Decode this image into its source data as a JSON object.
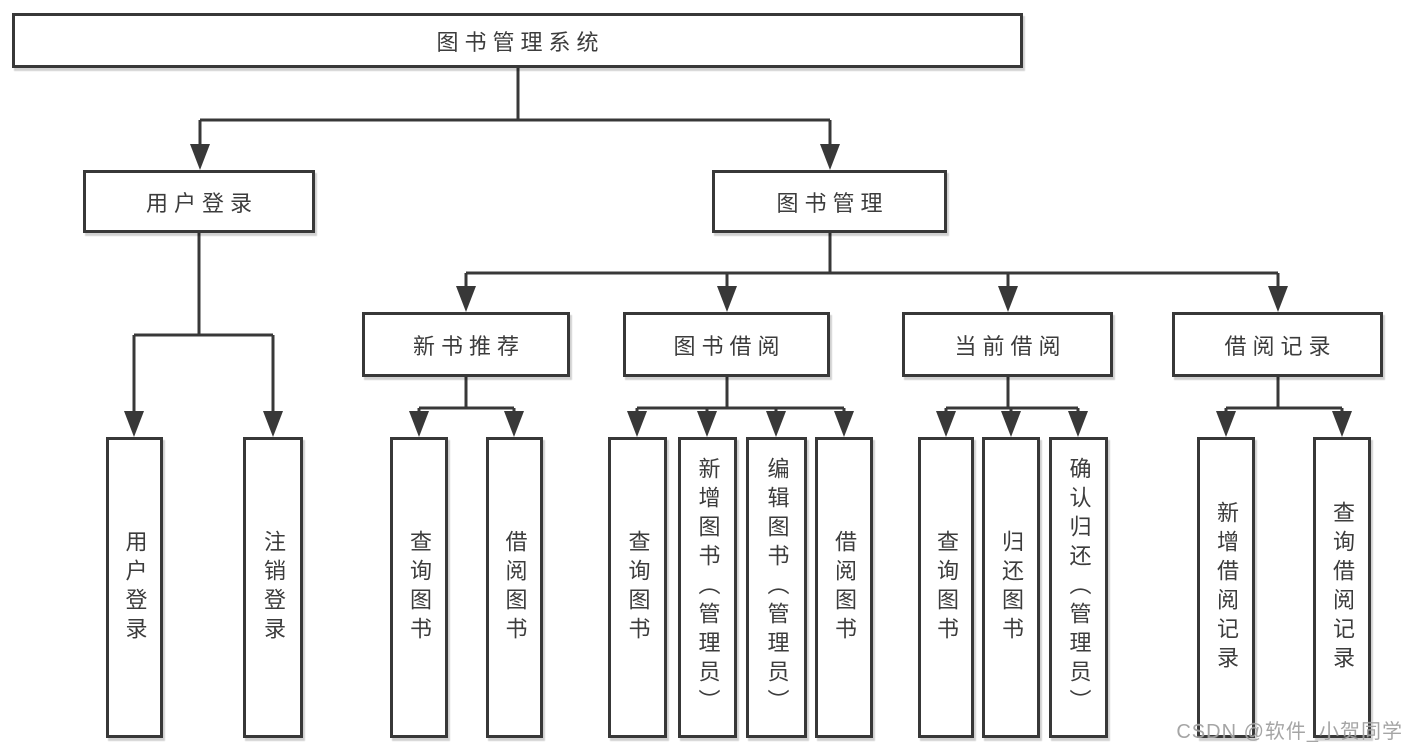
{
  "colors": {
    "line": "#383838",
    "box_border": "#383838",
    "box_background": "#ffffff",
    "text": "#3c3c3c",
    "watermark_gray": "#9b9b9b"
  },
  "watermark": "CSDN @软件_小贺同学",
  "tree": {
    "label": "图书管理系统",
    "children": [
      {
        "label": "用户登录",
        "children": [
          {
            "label": "用户登录"
          },
          {
            "label": "注销登录"
          }
        ]
      },
      {
        "label": "图书管理",
        "children": [
          {
            "label": "新书推荐",
            "children": [
              {
                "label": "查询图书"
              },
              {
                "label": "借阅图书"
              }
            ]
          },
          {
            "label": "图书借阅",
            "children": [
              {
                "label": "查询图书"
              },
              {
                "label": "新增图书（管理员）"
              },
              {
                "label": "编辑图书（管理员）"
              },
              {
                "label": "借阅图书"
              }
            ]
          },
          {
            "label": "当前借阅",
            "children": [
              {
                "label": "查询图书"
              },
              {
                "label": "归还图书"
              },
              {
                "label": "确认归还（管理员）"
              }
            ]
          },
          {
            "label": "借阅记录",
            "children": [
              {
                "label": "新增借阅记录"
              },
              {
                "label": "查询借阅记录"
              }
            ]
          }
        ]
      }
    ]
  }
}
